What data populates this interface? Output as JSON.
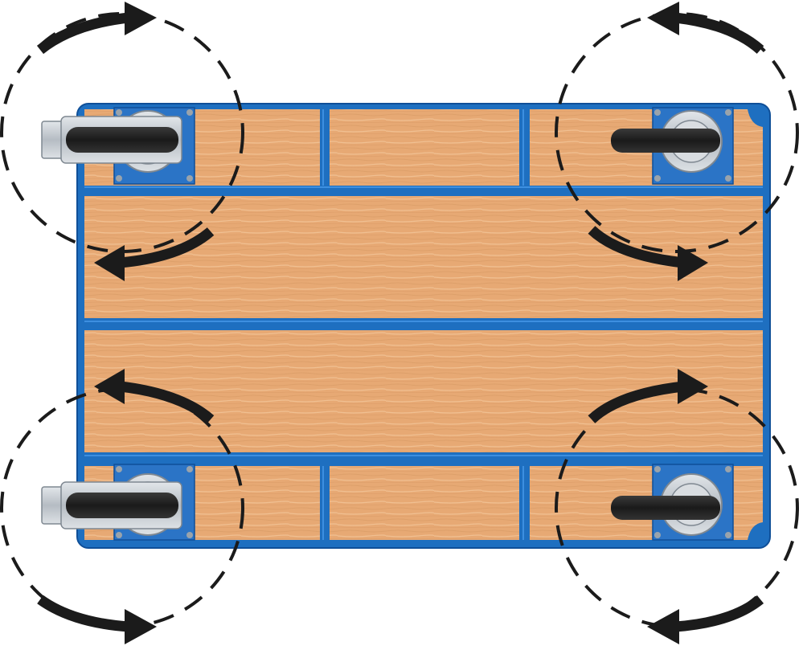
{
  "diagram": {
    "subject": "cart-underside-swivel-casters",
    "colors": {
      "frame": "#1e6fc0",
      "frame_dark": "#0f4f98",
      "frame_light": "#3d8fe0",
      "wood": "#e7a974",
      "wood_light": "#f0c08f",
      "wood_grain": "#d28f5c",
      "plate": "#2b74c6",
      "caster_metal": "#c8ced4",
      "caster_metal_dark": "#7f8891",
      "tire": "#262626",
      "arrow": "#1b1b1b"
    },
    "casters": [
      {
        "corner": "top-left",
        "wheel_direction": "left"
      },
      {
        "corner": "top-right",
        "wheel_direction": "right"
      },
      {
        "corner": "bottom-left",
        "wheel_direction": "left"
      },
      {
        "corner": "bottom-right",
        "wheel_direction": "right"
      }
    ],
    "rotation_indicators": [
      {
        "corner": "top-left",
        "style": "dashed-circle-with-arrows"
      },
      {
        "corner": "top-right",
        "style": "dashed-circle-with-arrows"
      },
      {
        "corner": "bottom-left",
        "style": "dashed-circle-with-arrows"
      },
      {
        "corner": "bottom-right",
        "style": "dashed-circle-with-arrows"
      }
    ]
  }
}
